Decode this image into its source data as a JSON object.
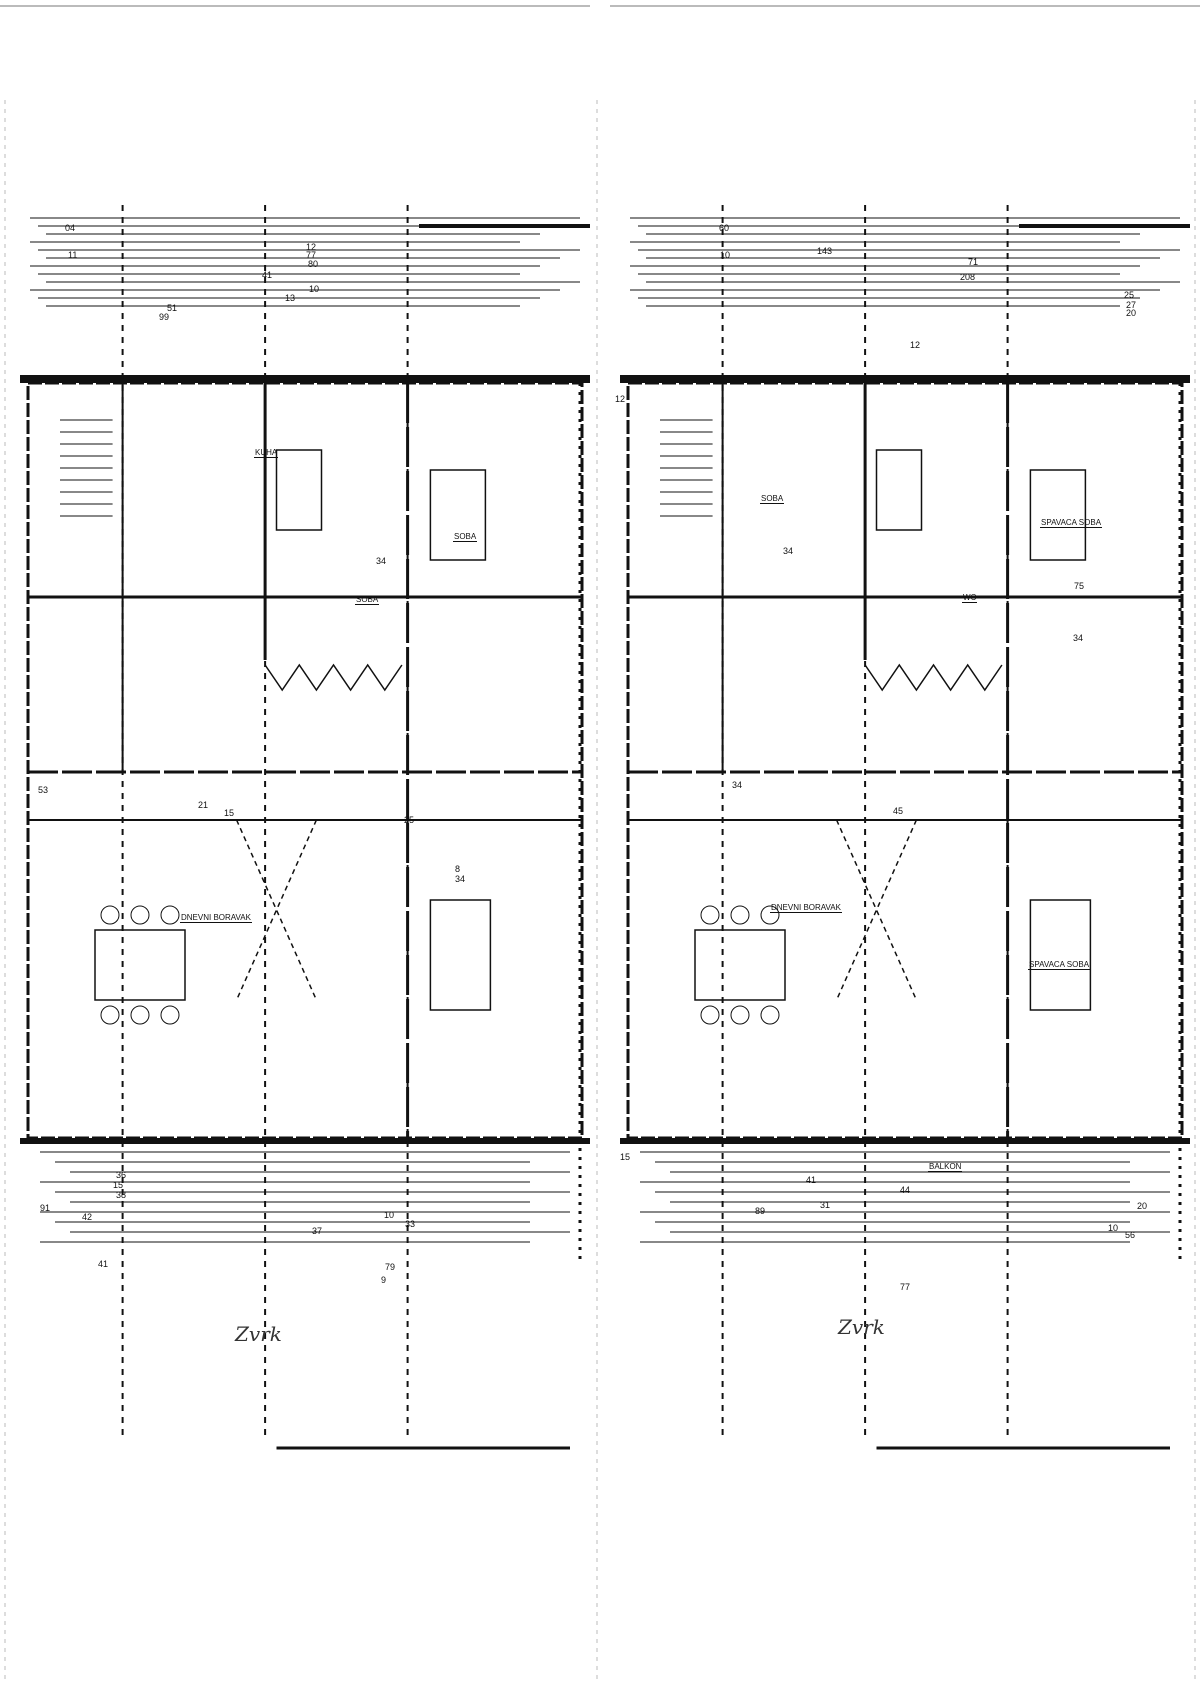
{
  "plans": [
    {
      "rooms": [
        "KUHA",
        "SOBA",
        "SOBA",
        "DNEVNI BORAVAK"
      ],
      "dimensions": [
        "04",
        "11",
        "41",
        "77",
        "80",
        "12",
        "10",
        "13",
        "51",
        "99",
        "34",
        "53",
        "25",
        "21",
        "15",
        "8",
        "34",
        "36",
        "15",
        "38",
        "42",
        "91",
        "37",
        "33",
        "10",
        "41",
        "79",
        "9"
      ],
      "signature": "Zvrk"
    },
    {
      "rooms": [
        "SOBA",
        "WC",
        "SPAVACA SOBA",
        "DNEVNI BORAVAK",
        "SPAVACA SOBA",
        "BALKON"
      ],
      "dimensions": [
        "60",
        "10",
        "143",
        "71",
        "208",
        "12",
        "25",
        "34",
        "34",
        "45",
        "75",
        "15",
        "20",
        "27",
        "34",
        "12",
        "77",
        "41",
        "44",
        "89",
        "31",
        "20",
        "10",
        "56"
      ],
      "signature": "Zvrk"
    }
  ],
  "colors": {
    "ink": "#111111",
    "faint": "#777777",
    "paper": "#ffffff"
  }
}
